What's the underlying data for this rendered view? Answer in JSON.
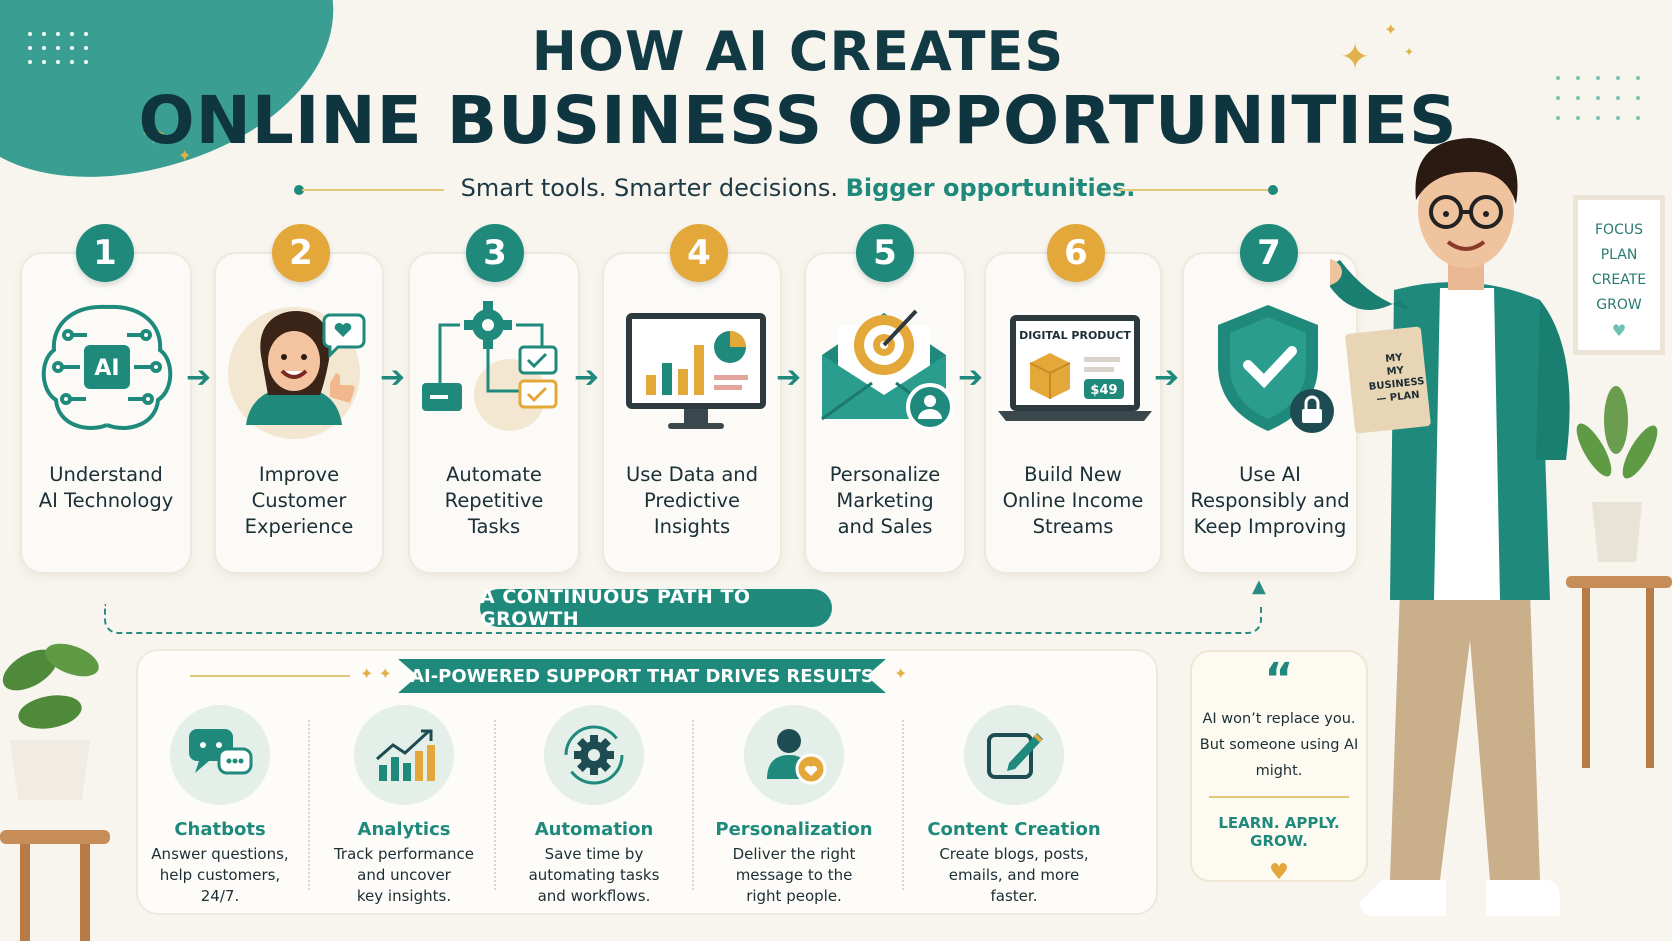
{
  "title": {
    "line1": "HOW AI CREATES",
    "line2": "ONLINE BUSINESS OPPORTUNITIES"
  },
  "subtitle": {
    "plain": "Smart tools. Smarter decisions.",
    "highlight": "Bigger opportunities."
  },
  "steps": [
    {
      "number": "1",
      "label_l1": "Understand",
      "label_l2": "AI Technology",
      "label_l3": ""
    },
    {
      "number": "2",
      "label_l1": "Improve",
      "label_l2": "Customer",
      "label_l3": "Experience"
    },
    {
      "number": "3",
      "label_l1": "Automate",
      "label_l2": "Repetitive",
      "label_l3": "Tasks"
    },
    {
      "number": "4",
      "label_l1": "Use Data and",
      "label_l2": "Predictive",
      "label_l3": "Insights"
    },
    {
      "number": "5",
      "label_l1": "Personalize",
      "label_l2": "Marketing",
      "label_l3": "and Sales"
    },
    {
      "number": "6",
      "label_l1": "Build New",
      "label_l2": "Online Income",
      "label_l3": "Streams"
    },
    {
      "number": "7",
      "label_l1": "Use AI",
      "label_l2": "Responsibly and",
      "label_l3": "Keep Improving"
    }
  ],
  "illustrations": {
    "chip_text": "AI",
    "product_screen": "DIGITAL PRODUCT",
    "price": "$49"
  },
  "path_label": "A CONTINUOUS PATH TO GROWTH",
  "support": {
    "heading": "AI-POWERED SUPPORT THAT DRIVES RESULTS",
    "features": [
      {
        "title": "Chatbots",
        "d1": "Answer questions,",
        "d2": "help customers,",
        "d3": "24/7."
      },
      {
        "title": "Analytics",
        "d1": "Track performance",
        "d2": "and uncover",
        "d3": "key insights."
      },
      {
        "title": "Automation",
        "d1": "Save time by",
        "d2": "automating tasks",
        "d3": "and workflows."
      },
      {
        "title": "Personalization",
        "d1": "Deliver the right",
        "d2": "message to the",
        "d3": "right people."
      },
      {
        "title": "Content Creation",
        "d1": "Create blogs, posts,",
        "d2": "emails, and more",
        "d3": "faster."
      }
    ]
  },
  "quote": {
    "mark": "“",
    "l1": "AI won’t replace you.",
    "l2": "But someone using AI",
    "l3": "might.",
    "tagline": "LEARN. APPLY. GROW."
  },
  "poster": {
    "l1": "FOCUS",
    "l2": "PLAN",
    "l3": "CREATE",
    "l4": "GROW"
  },
  "notebook": {
    "l1": "MY",
    "l2": "MY BUSINESS",
    "l3": "— PLAN"
  },
  "colors": {
    "teal": "#1f8a7c",
    "gold": "#e4a83a",
    "navy": "#0f3540",
    "cream": "#f8f5ef"
  }
}
